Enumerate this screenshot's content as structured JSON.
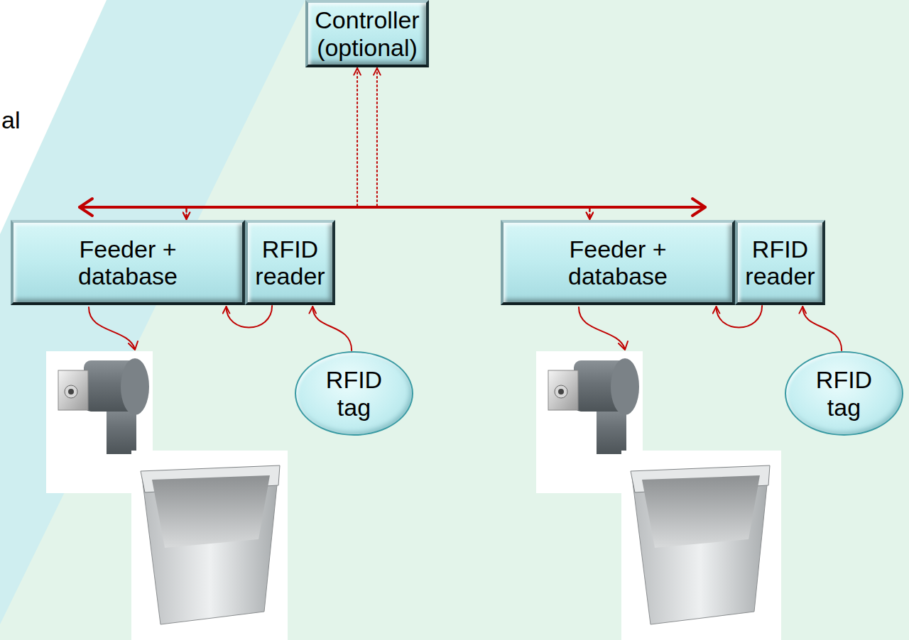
{
  "diagram": {
    "nodes": [
      {
        "text": [
          "Controller (optional)"
        ]
      },
      {
        "text": [
          "Feeder + database"
        ]
      },
      {
        "text": [
          "RFID reader"
        ]
      },
      {
        "text": [
          "RFID tag"
        ]
      },
      {
        "text": [
          "Feeder + database"
        ]
      },
      {
        "text": [
          "RFID reader"
        ]
      },
      {
        "text": [
          "RFID tag"
        ]
      }
    ],
    "edges": [
      {
        "from": 0,
        "to": 1,
        "arrow": "both"
      },
      {
        "from": 0,
        "to": 4,
        "arrow": "both"
      },
      {
        "from": 1,
        "to": 4,
        "arrow": "both"
      },
      {
        "from": 2,
        "to": 1,
        "arrow": "to"
      },
      {
        "from": 3,
        "to": 2,
        "arrow": "to"
      },
      {
        "from": 5,
        "to": 4,
        "arrow": "to"
      },
      {
        "from": 6,
        "to": 5,
        "arrow": "to"
      }
    ],
    "labels": [
      "al"
    ]
  }
}
